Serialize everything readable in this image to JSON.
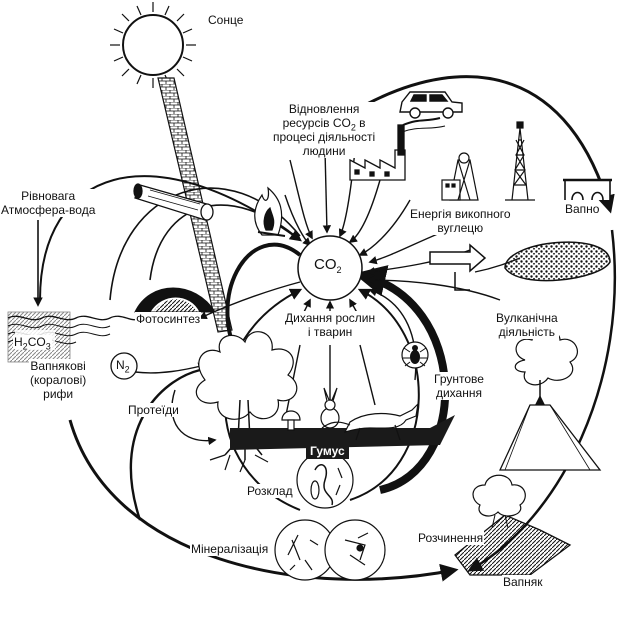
{
  "labels": {
    "sun": "Сонце",
    "restoration": [
      "Відновлення",
      "ресурсів",
      "процесі діяльності",
      "людини"
    ],
    "co2_main": "CO",
    "co2_sub": "2",
    "restoration_co2_prefix": "ресурсів CO",
    "restoration_co2_sub": "2",
    "restoration_co2_suffix": " в",
    "equilibrium": [
      "Рівновага",
      "Атмосфера-вода"
    ],
    "lime": "Вапно",
    "fossil_energy": [
      "Енергія викопного",
      "вуглецю"
    ],
    "h2co3_prefix": "H",
    "h2co3_sub1": "2",
    "h2co3_mid": "CO",
    "h2co3_sub2": "3",
    "photosynthesis": "Фотосинтез",
    "respiration": [
      "Дихання рослин",
      "і тварин"
    ],
    "volcanic": [
      "Вулканічна",
      "діяльність"
    ],
    "n2_prefix": "N",
    "n2_sub": "2",
    "reefs": [
      "Вапнякові",
      "(коралові)",
      "рифи"
    ],
    "proteins": "Протеїди",
    "soil_respiration": [
      "Грунтове",
      "дихання"
    ],
    "humus": "Гумус",
    "decomposition": "Розклад",
    "mineralization": "Мінералізація",
    "dissolution": "Розчинення",
    "limestone": "Вапняк"
  },
  "colors": {
    "ink": "#111111",
    "paper": "#ffffff",
    "dark_band": "#1a1a1a"
  },
  "icons": [
    "sun-icon",
    "car-icon",
    "factory-icon",
    "oil-derrick-icon",
    "mine-tower-icon",
    "bridge-icon",
    "coal-pile-icon",
    "log-icon",
    "fire-icon",
    "sea-icon",
    "tree-icon",
    "beetle-icon",
    "rabbit-icon",
    "fox-icon",
    "mushroom-icon",
    "bacteria-icon",
    "volcano-icon",
    "limestone-rock-icon"
  ]
}
